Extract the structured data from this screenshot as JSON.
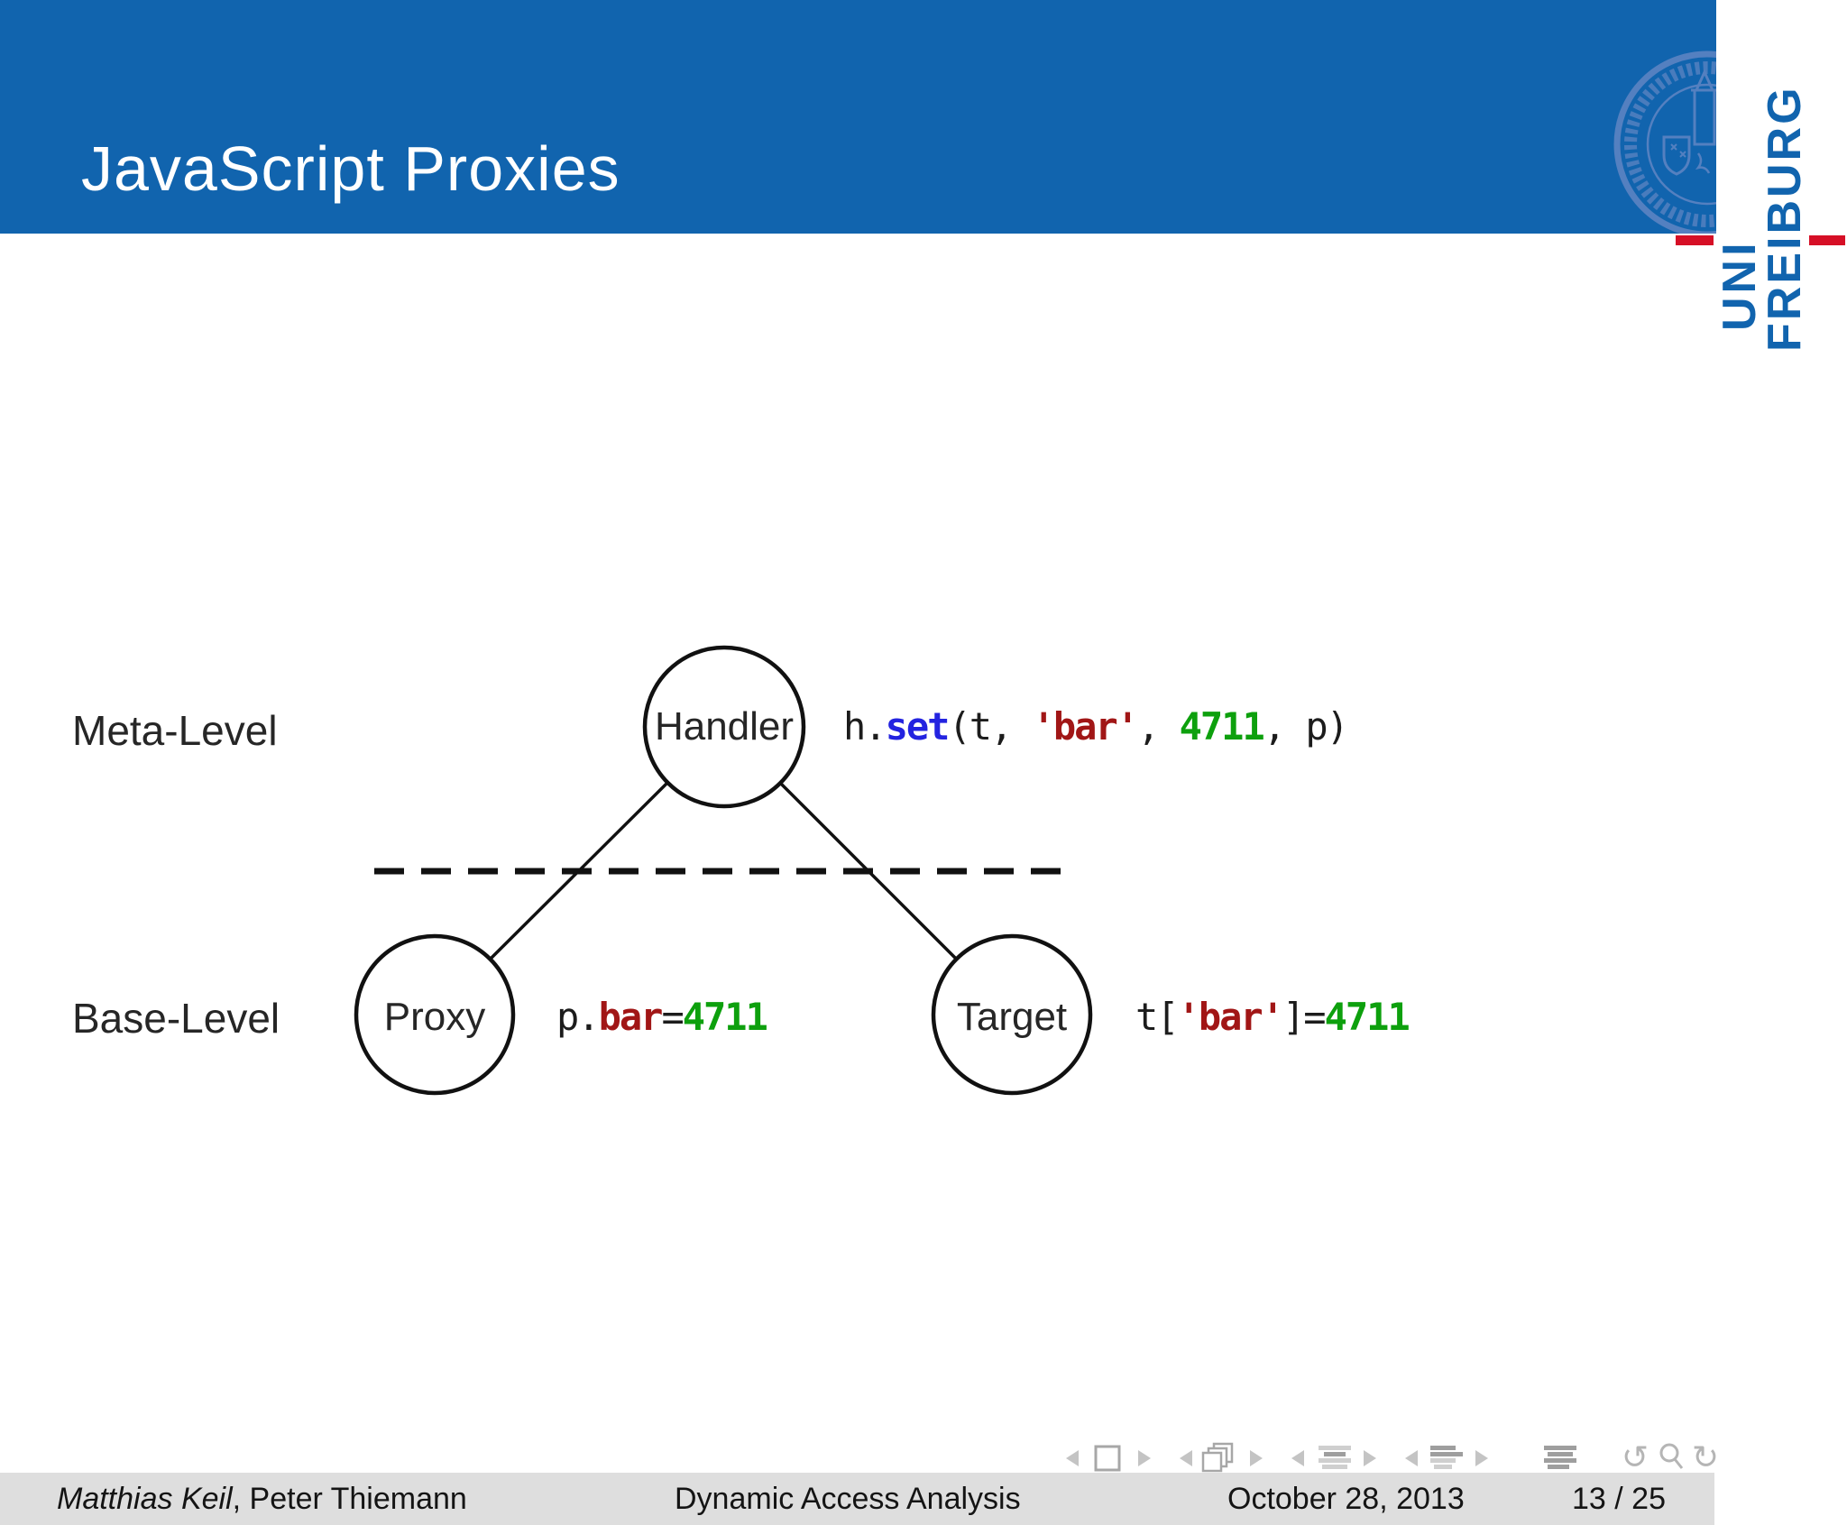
{
  "slide": {
    "title": "JavaScript Proxies"
  },
  "logo": {
    "uni": "UNI",
    "freiburg": "FREIBURG"
  },
  "diagram": {
    "meta_level_label": "Meta-Level",
    "base_level_label": "Base-Level",
    "handler": {
      "label": "Handler"
    },
    "proxy": {
      "label": "Proxy"
    },
    "target": {
      "label": "Target"
    },
    "handler_code": {
      "obj": "h.",
      "method": "set",
      "args_open": "(t, ",
      "string": "'bar'",
      "comma": ", ",
      "number": "4711",
      "args_close": ", p)"
    },
    "proxy_code": {
      "obj": "p.",
      "prop": "bar",
      "eq": "=",
      "number": "4711"
    },
    "target_code": {
      "obj": "t[",
      "string": "'bar'",
      "close_eq": "]=",
      "number": "4711"
    }
  },
  "footer": {
    "author_italic": "Matthias Keil",
    "author_rest": ", Peter Thiemann",
    "short_title": "Dynamic Access Analysis",
    "date": "October 28, 2013",
    "page": "13 / 25"
  },
  "nav": {
    "icons": [
      "prev-slide",
      "slide",
      "next-slide",
      "prev-frame",
      "frame",
      "next-frame",
      "prev-subsection",
      "subsection",
      "next-subsection",
      "prev-section",
      "section",
      "next-section",
      "document",
      "undo",
      "search",
      "redo"
    ]
  },
  "colors": {
    "header_blue": "#1164ae",
    "seal_blue": "#5480c0",
    "logo_blue": "#1164ae",
    "logo_red": "#d60f26",
    "keyword_blue": "#2323e0",
    "string_red": "#a11616",
    "number_green": "#0da00d",
    "footer_gray": "#dedede",
    "nav_gray": "#b5b5b5"
  }
}
